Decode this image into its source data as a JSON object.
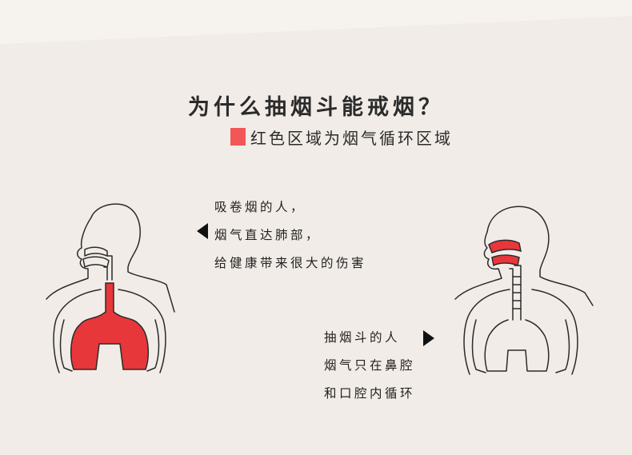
{
  "title": "为什么抽烟斗能戒烟？",
  "legend": {
    "swatch_color": "#f25656",
    "text": "红色区域为烟气循环区域"
  },
  "cigarette": {
    "lines": [
      "吸卷烟的人，",
      "烟气直达肺部，",
      "给健康带来很大的伤害"
    ],
    "highlight_color": "#e8373a"
  },
  "pipe": {
    "lines": [
      "抽烟斗的人",
      "烟气只在鼻腔",
      "和口腔内循环"
    ],
    "highlight_color": "#e8373a"
  },
  "colors": {
    "background": "#f1ece7",
    "ink": "#2b2b2b"
  },
  "icons": {
    "left_arrow": "left-pointing-triangle",
    "right_arrow": "right-pointing-triangle"
  }
}
